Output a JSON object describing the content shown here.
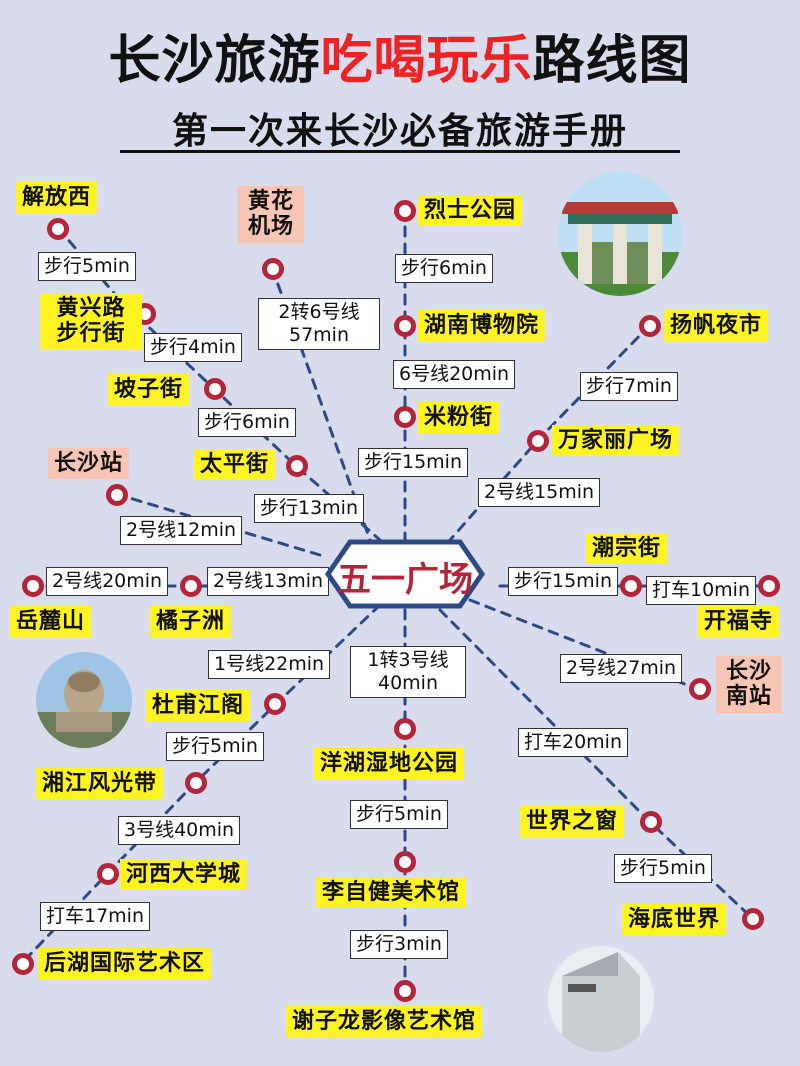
{
  "header": {
    "title_part1": "长沙旅游",
    "title_part2": "吃喝玩乐",
    "title_part3": "路线图",
    "subtitle": "第一次来长沙必备旅游手册"
  },
  "center": {
    "label": "五一广场"
  },
  "stops": {
    "jiefangxi": "解放西",
    "huanghua_airport": "黄花机场",
    "lieshi_park": "烈士公园",
    "huangxing_road": "黄兴路步行街",
    "pozi_street": "坡子街",
    "taiping_street": "太平街",
    "changsha_station": "长沙站",
    "hunan_museum": "湖南博物院",
    "yangfan_night_market": "扬帆夜市",
    "mifen_street": "米粉街",
    "wanjiali_plaza": "万家丽广场",
    "chaozong_street": "潮宗街",
    "kaifu_temple": "开福寺",
    "yuelu_mountain": "岳麓山",
    "juzizhou": "橘子洲",
    "changsha_south": "长沙南站",
    "dufu_pavilion": "杜甫江阁",
    "xiangjiang_belt": "湘江风光带",
    "hexi_university": "河西大学城",
    "houhu_art": "后湖国际艺术区",
    "yanghu_wetland": "洋湖湿地公园",
    "lizijian_museum": "李自健美术馆",
    "xiezilong_museum": "谢子龙影像艺术馆",
    "world_window": "世界之窗",
    "underwater_world": "海底世界"
  },
  "segments": {
    "walk5_jiefang": "步行5min",
    "transfer_2to6": "2转6号线\n57min",
    "walk6_lieshi": "步行6min",
    "walk4_huangxing": "步行4min",
    "line6_20": "6号线20min",
    "walk7_yangfan": "步行7min",
    "walk6_pozi": "步行6min",
    "walk15_mifen": "步行15min",
    "line2_15": "2号线15min",
    "walk13_taiping": "步行13min",
    "line2_12": "2号线12min",
    "line2_20": "2号线20min",
    "line2_13": "2号线13min",
    "walk15_chaozong": "步行15min",
    "taxi10_kaifu": "打车10min",
    "line1_22": "1号线22min",
    "transfer_1to3": "1转3号线\n40min",
    "line2_27": "2号线27min",
    "walk5_dufu": "步行5min",
    "taxi20_world": "打车20min",
    "line3_40": "3号线40min",
    "walk5_yanghu": "步行5min",
    "walk5_world": "步行5min",
    "taxi17_houhu": "打车17min",
    "walk3_lizijian": "步行3min"
  },
  "colors": {
    "route_blue": "#2d4a86",
    "dot_red": "#b5253a",
    "label_yellow": "#fff321",
    "label_pink": "#f7c5b3",
    "title_red": "#ee2222",
    "background": "#d9dced"
  },
  "photos": {
    "top_right": "gate-photo",
    "left": "statue-photo",
    "bottom_right": "museum-building-photo"
  }
}
